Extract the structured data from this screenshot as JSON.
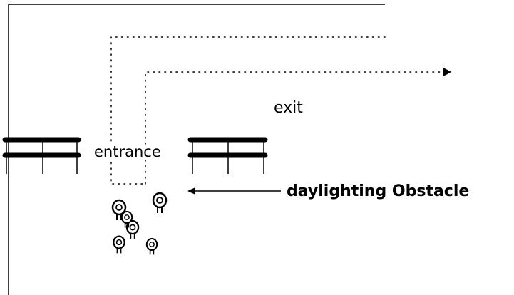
{
  "labels": {
    "exit": "exit",
    "entrance": "entrance",
    "obstacle": "daylighting Obstacle"
  },
  "colors": {
    "line": "#000000",
    "background": "#ffffff"
  },
  "crowd": {
    "count": 6,
    "icon": "person-head-icon"
  }
}
